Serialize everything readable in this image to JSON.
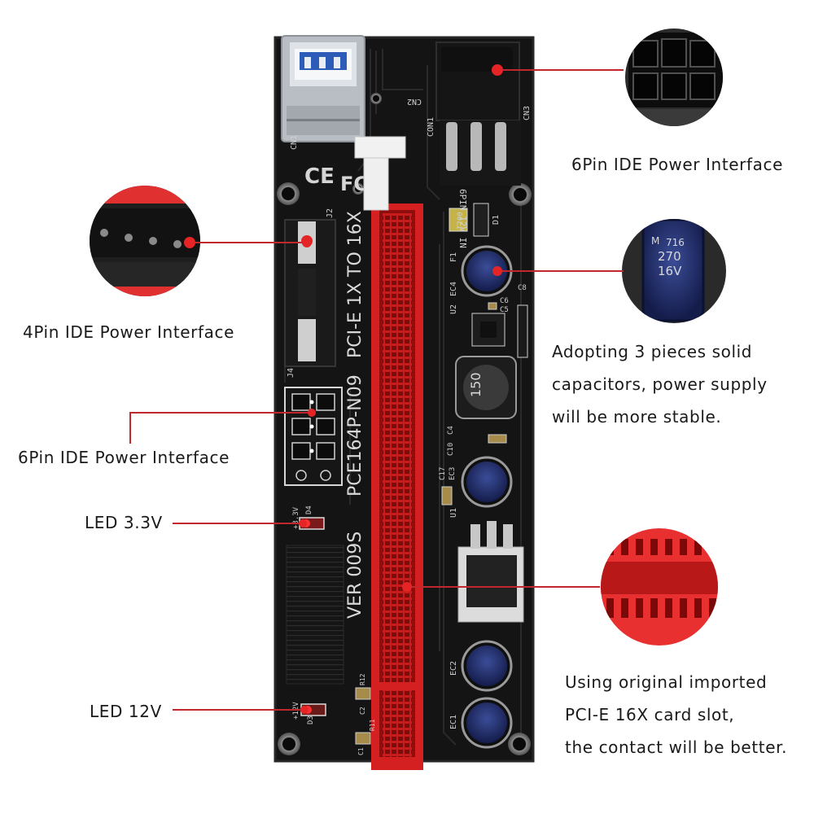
{
  "callouts": {
    "pin6_top": "6Pin IDE Power Interface",
    "pin4": "4Pin IDE Power Interface",
    "pin6_left": "6Pin IDE Power Interface",
    "led33": "LED 3.3V",
    "led12": "LED 12V",
    "capacitors": [
      "Adopting 3 pieces solid",
      "capacitors, power supply",
      "will be more stable."
    ],
    "slot": [
      "Using original imported",
      "PCI-E 16X card slot,",
      "the contact will be better."
    ]
  },
  "board": {
    "model": "PCE164P-N09",
    "version": "VER 009S",
    "subtitle": "PCI-E 1X TO 16X",
    "power_in": "6PIN 12V IN",
    "cap_marking": [
      "M",
      "716",
      "270",
      "16V"
    ],
    "inductor": "150",
    "refs": {
      "cn1": "CN1",
      "cn2": "CN2",
      "cn3": "CN3",
      "con1": "CON1",
      "j2": "J2",
      "j4": "J4",
      "d1": "D1",
      "d3": "D3",
      "d4": "D4",
      "u1": "U1",
      "u2": "U2",
      "f1": "F1",
      "t200": "T200",
      "ec1": "EC1",
      "ec2": "EC2",
      "ec3": "EC3",
      "ec4": "EC4",
      "c1": "C1",
      "c2": "C2",
      "c4": "C4",
      "c5": "C5",
      "c6": "C6",
      "c8": "C8",
      "c10": "C10",
      "c17": "C17",
      "r11": "R11",
      "r12": "R12",
      "v33": "+3.3V",
      "v12": "+12V"
    }
  },
  "colors": {
    "pcb": "#121212",
    "slot": "#d42020",
    "leader": "#c1272d",
    "cap_body": "#1b2a6b",
    "text": "#1a1a1a"
  },
  "icons": [
    "usb-port-icon",
    "ce-mark-icon",
    "fcc-mark-icon",
    "molex-4pin-icon",
    "six-pin-connector-icon",
    "capacitor-icon",
    "inductor-icon",
    "pcie-slot-icon"
  ]
}
